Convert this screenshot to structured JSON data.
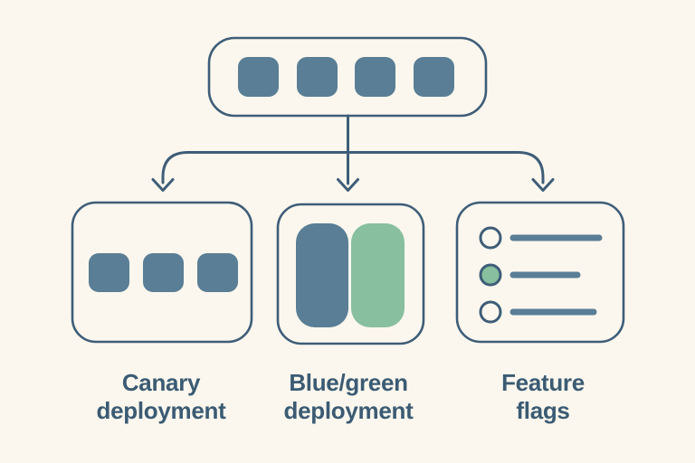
{
  "colors": {
    "background": "#fbf7ee",
    "outline": "#3e5d78",
    "slate": "#597e95",
    "green": "#88bf9f",
    "text": "#3b5b73"
  },
  "diagram": {
    "root": {
      "icon": "four-segment-bar-icon",
      "segment_count": 4
    },
    "branches": [
      {
        "id": "canary-deployment",
        "icon": "three-squares-icon",
        "square_count": 3,
        "label_lines": [
          "Canary",
          "deployment"
        ]
      },
      {
        "id": "blue-green-deployment",
        "icon": "blue-green-split-icon",
        "label_lines": [
          "Blue/green",
          "deployment"
        ]
      },
      {
        "id": "feature-flags",
        "icon": "toggle-list-icon",
        "row_count": 3,
        "active_row_index": 2,
        "label_lines": [
          "Feature",
          "flags"
        ]
      }
    ]
  }
}
